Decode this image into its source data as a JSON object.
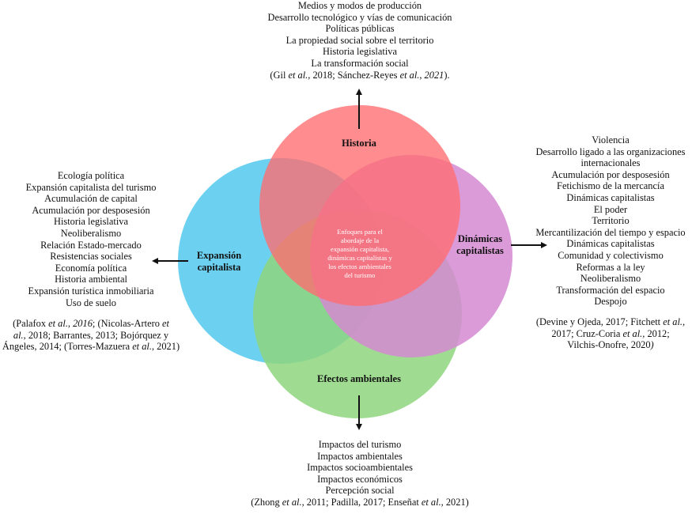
{
  "circles": {
    "historia": {
      "label": "Historia",
      "color": "#ff6b70"
    },
    "dinamicas": {
      "label_lines": [
        "Dinámicas",
        "capitalistas"
      ],
      "color": "#d58ad1"
    },
    "expansion": {
      "label_lines": [
        "Expansión",
        "capitalista"
      ],
      "color": "#5ccbee"
    },
    "efectos": {
      "label": "Efectos ambientales",
      "color": "#8ed67e"
    },
    "overlap_colors": {
      "historia_dinamicas": "#ff3d5e",
      "historia_expansion": "#cf6680",
      "expansion_efectos": "#2fb7b7",
      "dinamicas_efectos": "#a77f9a",
      "center": "#c94a6a"
    }
  },
  "center_text": [
    "Enfoques para el",
    "abordaje de la",
    "expansión capitalista,",
    "dinámicas capitalistas y",
    "los efectos ambientales",
    "del turismo"
  ],
  "top_block": {
    "items": [
      "Medios y modos de producción",
      "Desarrollo tecnológico y vías de comunicación",
      "Políticas públicas",
      "La propiedad social sobre el territorio",
      "Historia legislativa",
      "La transformación social"
    ],
    "citation": {
      "p1": "(Gil ",
      "i1": "et al.,",
      "p2": " 2018; Sánchez-Reyes ",
      "i2": "et al., 2021",
      "p3": ")."
    }
  },
  "left_block": {
    "items": [
      "Ecología política",
      "Expansión capitalista del turismo",
      "Acumulación de capital",
      "Acumulación por desposesión",
      "Historia legislativa",
      "Neoliberalismo",
      "Relación Estado-mercado",
      "Resistencias sociales",
      "Economía política",
      "Historia ambiental",
      "Expansión turística inmobiliaria",
      "Uso de suelo"
    ],
    "citation": {
      "l1_p1": "(Palafox ",
      "l1_i1": "et al., 2016",
      "l1_p2": "; (Nicolas-Artero ",
      "l1_i2": "et",
      "l2_i1": "al.,",
      "l2_p1": " 2018; Barrantes, 2013; Bojórquez y",
      "l3_p1": "Ángeles, 2014; (Torres-Mazuera ",
      "l3_i1": "et al.",
      "l3_p2": ", 2021)"
    }
  },
  "right_block": {
    "items": [
      "Violencia",
      "Desarrollo ligado a las organizaciones",
      "internacionales",
      "Acumulación por desposesión",
      "Fetichismo de la mercancía",
      "Dinámicas capitalistas",
      "El poder",
      "Territorio",
      "Mercantilización del tiempo y espacio",
      "Dinámicas capitalistas",
      "Comunidad y colectivismo",
      "Reformas a la ley",
      "Neoliberalismo",
      "Transformación del espacio",
      "Despojo"
    ],
    "citation": {
      "l1_p1": "(Devine y Ojeda, 2017; Fitchett ",
      "l1_i1": "et al.,",
      "l2_p1": "2017; Cruz-Coria ",
      "l2_i1": "et al.,",
      "l2_p2": " 2012;",
      "l3_p1": "Vilchis-Onofre, 2020",
      "l3_i1": ")"
    }
  },
  "bottom_block": {
    "items": [
      "Impactos del turismo",
      "Impactos ambientales",
      "Impactos socioambientales",
      "Impactos económicos",
      "Percepción social"
    ],
    "citation": {
      "p1": "(Zhong ",
      "i1": "et al.,",
      "p2": " 2011; Padilla, 2017; Enseñat ",
      "i2": "et al.,",
      "p3": " 2021)"
    }
  }
}
